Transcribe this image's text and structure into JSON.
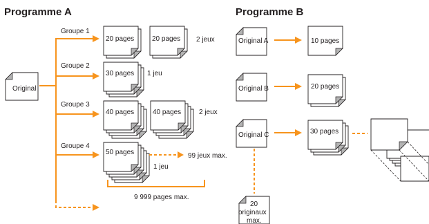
{
  "colors": {
    "accent": "#f7941d",
    "ink": "#231f20",
    "fold": "#b3b3b3"
  },
  "programme_a": {
    "title": "Programme A",
    "original": "Original",
    "groups": [
      {
        "label": "Groupe 1",
        "pages": "20 pages",
        "pages2": "20 pages",
        "note": "2 jeux"
      },
      {
        "label": "Groupe 2",
        "pages": "30 pages",
        "note": "1 jeu"
      },
      {
        "label": "Groupe 3",
        "pages": "40 pages",
        "pages2": "40 pages",
        "note": "2 jeux"
      },
      {
        "label": "Groupe 4",
        "pages": "50 pages",
        "note": "1 jeu",
        "max_sets": "99 jeux max."
      }
    ],
    "max_pages": "9 999 pages max."
  },
  "programme_b": {
    "title": "Programme B",
    "originals": [
      {
        "label": "Original A",
        "pages": "10 pages"
      },
      {
        "label": "Original B",
        "pages": "20 pages"
      },
      {
        "label": "Original C",
        "pages": "30 pages"
      }
    ],
    "max_originals": [
      "20",
      "originaux",
      "max."
    ]
  }
}
